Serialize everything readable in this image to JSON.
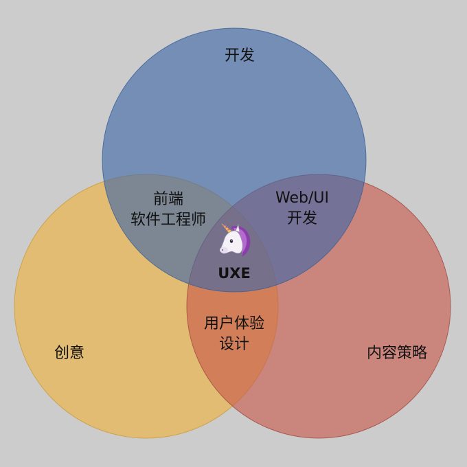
{
  "diagram": {
    "type": "venn",
    "circles": [
      {
        "id": "dev",
        "label": "开发",
        "color": "#7e97bd"
      },
      {
        "id": "creative",
        "label": "创意",
        "color": "#e2bd6e"
      },
      {
        "id": "content",
        "label": "内容策略",
        "color": "#cc7f76"
      }
    ],
    "intersections": {
      "frontend": {
        "line1": "前端",
        "line2": "软件工程师"
      },
      "webui": {
        "line1": "Web/UI",
        "line2": "开发"
      },
      "ux": {
        "line1": "用户体验",
        "line2": "设计"
      },
      "center": {
        "label": "UXE",
        "icon": "unicorn-icon"
      }
    }
  }
}
